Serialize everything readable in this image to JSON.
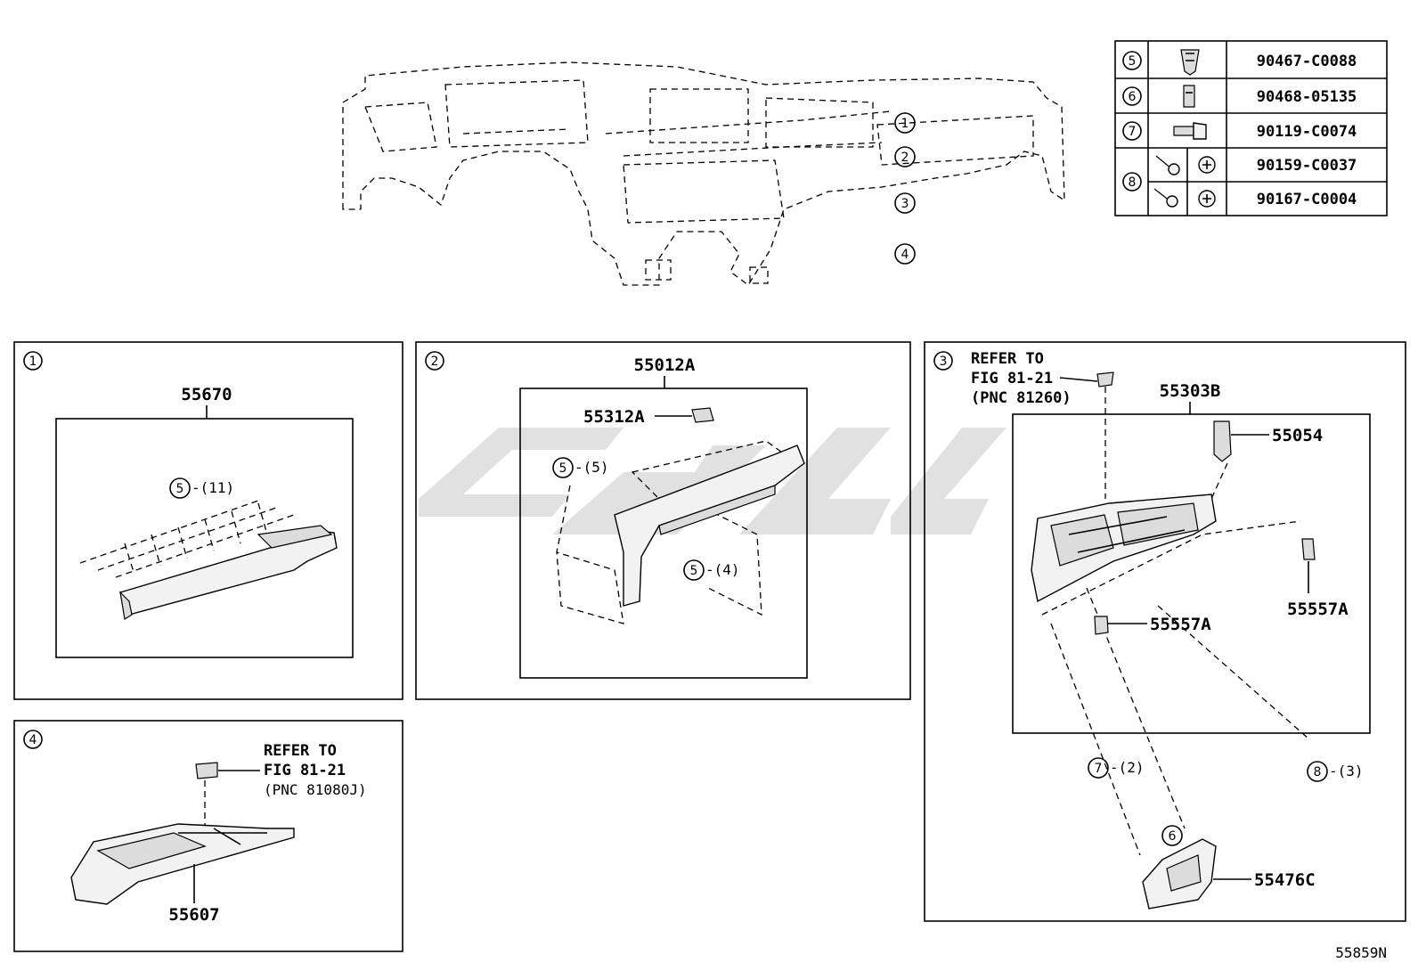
{
  "callouts": {
    "c1": "1",
    "c2": "2",
    "c3": "3",
    "c4": "4",
    "c5": "5",
    "c6": "6",
    "c7": "7",
    "c8": "8"
  },
  "fastener_table": [
    {
      "ref": "5",
      "part_number": "90467-C0088",
      "icon": "clip-icon"
    },
    {
      "ref": "6",
      "part_number": "90468-05135",
      "icon": "retainer-icon"
    },
    {
      "ref": "7",
      "part_number": "90119-C0074",
      "icon": "bolt-icon"
    },
    {
      "ref": "8",
      "part_number": "90159-C0037",
      "icon": "screw-icon"
    },
    {
      "ref": "8",
      "part_number": "90167-C0004",
      "icon": "screw-icon"
    }
  ],
  "panel1": {
    "num": "1",
    "part": "55670",
    "fastener_note": "5",
    "fastener_qty": "-(11)"
  },
  "panel2": {
    "num": "2",
    "part_main": "55012A",
    "part_sub": "55312A",
    "fastener_a": "5",
    "fastener_a_qty": "-(5)",
    "fastener_b": "5",
    "fastener_b_qty": "-(4)"
  },
  "panel3": {
    "num": "3",
    "refer_line1": "REFER TO",
    "refer_line2": "FIG 81-21",
    "refer_line3": "(PNC 81260)",
    "part_box": "55303B",
    "part_a": "55054",
    "part_b": "55557A",
    "part_c": "55557A",
    "part_d": "55476C",
    "fastener_7": "7",
    "fastener_7_qty": "-(2)",
    "fastener_8": "8",
    "fastener_8_qty": "-(3)",
    "fastener_6": "6"
  },
  "panel4": {
    "num": "4",
    "refer_line1": "REFER TO",
    "refer_line2": "FIG 81-21",
    "refer_line3": "(PNC 81080J)",
    "part": "55607"
  },
  "overview": {
    "callout_1": "1",
    "callout_2": "2",
    "callout_3": "3",
    "callout_4": "4"
  },
  "figure_code": "55859N"
}
